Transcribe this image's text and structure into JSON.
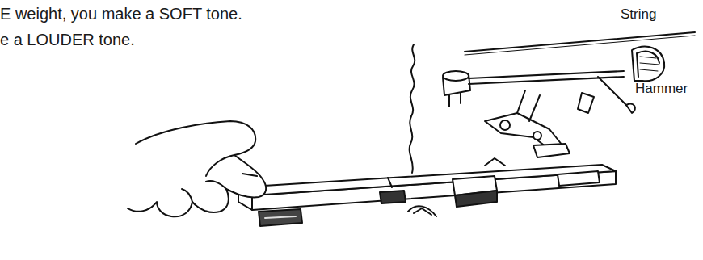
{
  "diagram": {
    "labels": [
      "E weight, you make a SOFT tone.",
      "e a LOUDER tone.",
      "String",
      "Hammer"
    ]
  }
}
